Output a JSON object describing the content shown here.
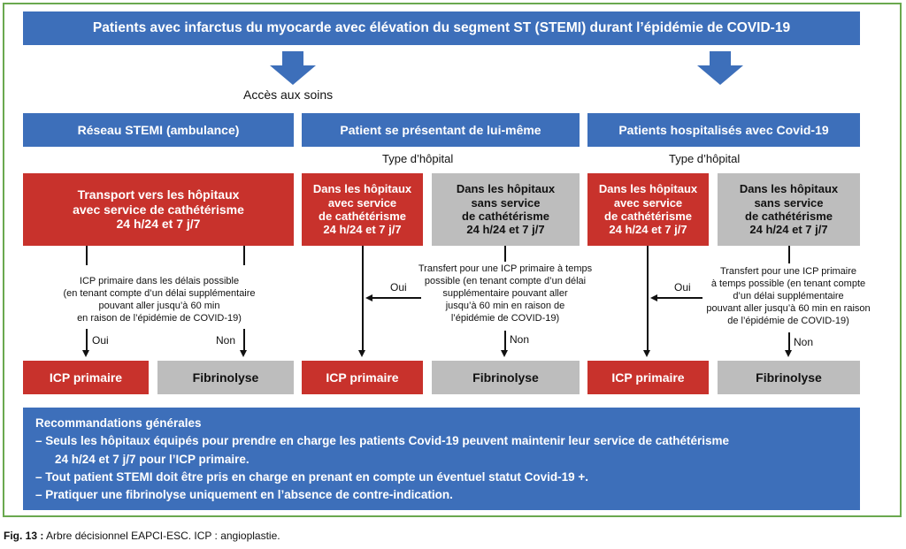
{
  "title": "Patients avec infarctus du myocarde avec élévation du segment ST (STEMI) durant l’épidémie de COVID-19",
  "access_label": "Accès aux soins",
  "columns": {
    "c1": "Réseau STEMI (ambulance)",
    "c2": "Patient se présentant de lui-même",
    "c3": "Patients hospitalisés avec Covid-19"
  },
  "hospital_type_label": "Type d’hôpital",
  "boxes": {
    "transport": [
      "Transport vers les hôpitaux",
      "avec service de cathétérisme",
      "24 h/24 et 7 j/7"
    ],
    "with_service": [
      "Dans les hôpitaux",
      "avec service",
      "de cathétérisme",
      "24 h/24 et 7 j/7"
    ],
    "without_service": [
      "Dans les hôpitaux",
      "sans service",
      "de cathétérisme",
      "24 h/24 et 7 j/7"
    ]
  },
  "notes": {
    "icp_delay": [
      "ICP primaire dans les délais possible",
      "(en tenant compte d’un délai supplémentaire",
      "pouvant aller jusqu’à 60 min",
      "en raison de l’épidémie de COVID-19)"
    ],
    "transfer_a": [
      "Transfert pour une ICP primaire à temps",
      "possible (en tenant compte d’un délai",
      "supplémentaire pouvant aller",
      "jusqu’à 60 min en raison de",
      "l’épidémie de COVID-19)"
    ],
    "transfer_b": [
      "Transfert pour une ICP primaire",
      "à temps possible (en tenant compte",
      "d’un délai supplémentaire",
      "pouvant aller jusqu’à 60 min en raison",
      "de l’épidémie de COVID-19)"
    ]
  },
  "yes": "Oui",
  "no": "Non",
  "outcomes": {
    "icp": "ICP primaire",
    "fibrinolysis": "Fibrinolyse"
  },
  "recommendations": {
    "heading": "Recommandations générales",
    "items": [
      "– Seuls les hôpitaux équipés pour prendre en charge les patients Covid-19 peuvent maintenir leur service de cathétérisme",
      "   24 h/24 et 7 j/7 pour l’ICP primaire.",
      "– Tout patient STEMI doit être pris en charge en prenant en compte un éventuel statut Covid-19 +.",
      "– Pratiquer une fibrinolyse uniquement en l’absence de contre-indication."
    ]
  },
  "caption": {
    "label": "Fig. 13 :",
    "text": " Arbre décisionnel EAPCI-ESC. ICP : angioplastie."
  },
  "colors": {
    "blue": "#3d6fba",
    "red": "#c8322c",
    "grey": "#bdbdbd",
    "frame": "#6aa84f"
  }
}
